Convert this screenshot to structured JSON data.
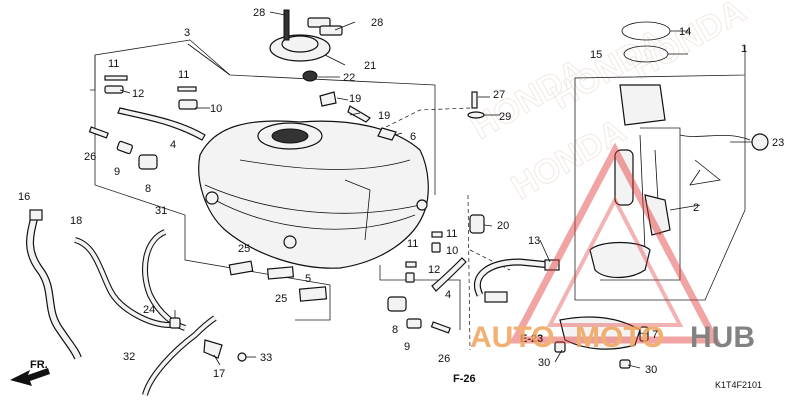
{
  "diagram": {
    "code": "K1T4F2101",
    "ref_e23": "E-23",
    "ref_f26": "F-26",
    "front_arrow_label": "FR.",
    "watermark": {
      "part1": "AUTO",
      "part2": "MOTO",
      "part3": "HUB",
      "color_orange": "#f0a35a",
      "color_gray": "#6d6d6d"
    },
    "honda_pattern_text": "HONDA",
    "callouts": {
      "c1": "1",
      "c2": "2",
      "c3": "3",
      "c4a": "4",
      "c4b": "4",
      "c5": "5",
      "c6": "6",
      "c7": "7",
      "c8a": "8",
      "c8b": "8",
      "c9a": "9",
      "c9b": "9",
      "c10a": "10",
      "c10b": "10",
      "c11a": "11",
      "c11b": "11",
      "c11c": "11",
      "c11d": "11",
      "c12a": "12",
      "c12b": "12",
      "c13": "13",
      "c14": "14",
      "c15": "15",
      "c16": "16",
      "c17": "17",
      "c18": "18",
      "c19a": "19",
      "c19b": "19",
      "c20": "20",
      "c21": "21",
      "c22": "22",
      "c23": "23",
      "c24": "24",
      "c25a": "25",
      "c25b": "25",
      "c26a": "26",
      "c26b": "26",
      "c27": "27",
      "c28a": "28",
      "c28b": "28",
      "c29": "29",
      "c30a": "30",
      "c30b": "30",
      "c31": "31",
      "c32": "32",
      "c33": "33"
    }
  }
}
